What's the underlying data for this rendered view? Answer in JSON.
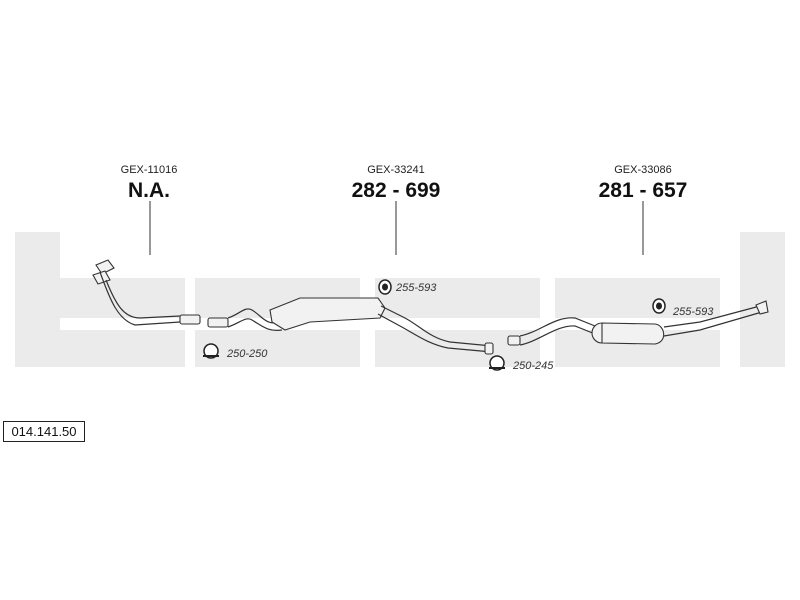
{
  "watermark_color": "#ebebeb",
  "line_color": "#333333",
  "reference_number": "014.141.50",
  "sections": [
    {
      "code": "GEX-11016",
      "part_number": "N.A."
    },
    {
      "code": "GEX-33241",
      "part_number": "282 - 699"
    },
    {
      "code": "GEX-33086",
      "part_number": "281 - 657"
    }
  ],
  "accessories": [
    {
      "number": "255-593",
      "icon": "rubber-hanger-icon"
    },
    {
      "number": "250-250",
      "icon": "clamp-icon"
    },
    {
      "number": "250-245",
      "icon": "clamp-icon"
    },
    {
      "number": "255-593",
      "icon": "rubber-hanger-icon"
    }
  ]
}
